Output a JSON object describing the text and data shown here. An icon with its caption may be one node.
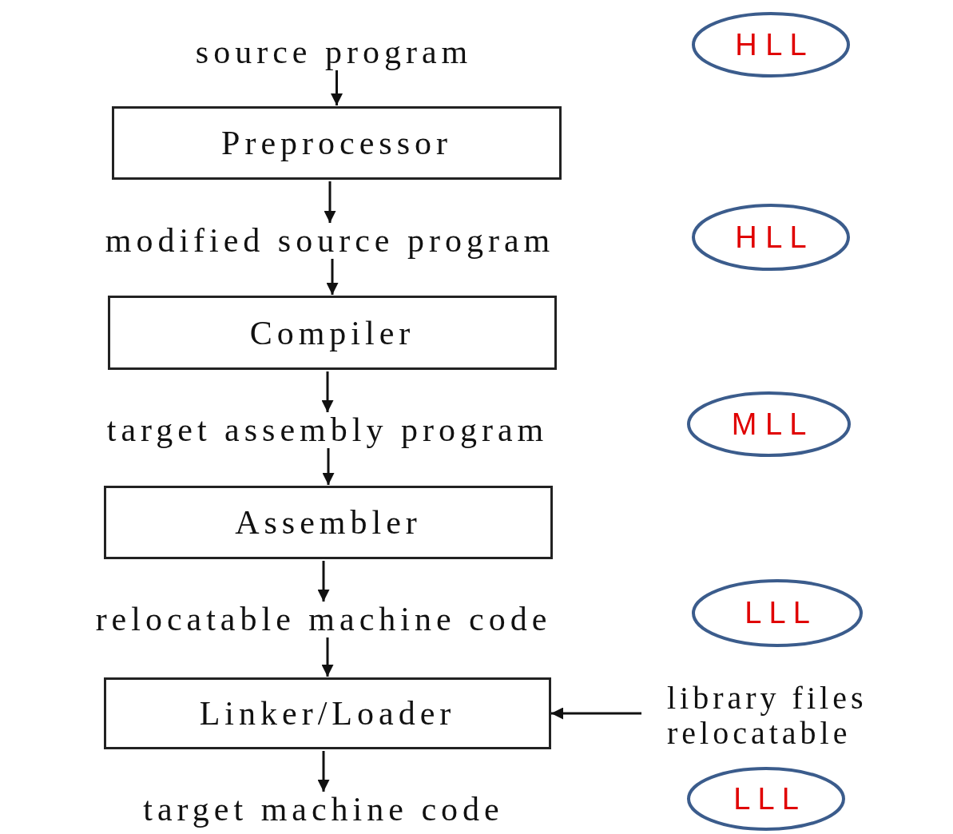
{
  "diagram": {
    "nodes": [
      {
        "text": [
          "source program"
        ]
      },
      {
        "text": [
          "Preprocessor"
        ]
      },
      {
        "text": [
          "modified source program"
        ]
      },
      {
        "text": [
          "Compiler"
        ]
      },
      {
        "text": [
          "target assembly program"
        ]
      },
      {
        "text": [
          "Assembler"
        ]
      },
      {
        "text": [
          "relocatable machine code"
        ]
      },
      {
        "text": [
          "Linker/Loader"
        ]
      },
      {
        "text": [
          "library files relocatable"
        ]
      },
      {
        "text": [
          "target machine code"
        ]
      },
      {
        "text": [
          "H L L"
        ]
      },
      {
        "text": [
          "H L L"
        ]
      },
      {
        "text": [
          "M L L"
        ]
      },
      {
        "text": [
          "L L L"
        ]
      },
      {
        "text": [
          "L L L"
        ]
      }
    ],
    "edges": [
      {
        "from": 0,
        "to": 1,
        "arrow": "to"
      },
      {
        "from": 1,
        "to": 2,
        "arrow": "to"
      },
      {
        "from": 2,
        "to": 3,
        "arrow": "to"
      },
      {
        "from": 3,
        "to": 4,
        "arrow": "to"
      },
      {
        "from": 4,
        "to": 5,
        "arrow": "to"
      },
      {
        "from": 5,
        "to": 6,
        "arrow": "to"
      },
      {
        "from": 6,
        "to": 7,
        "arrow": "to"
      },
      {
        "from": 8,
        "to": 7,
        "arrow": "to"
      },
      {
        "from": 7,
        "to": 9,
        "arrow": "to"
      }
    ]
  }
}
